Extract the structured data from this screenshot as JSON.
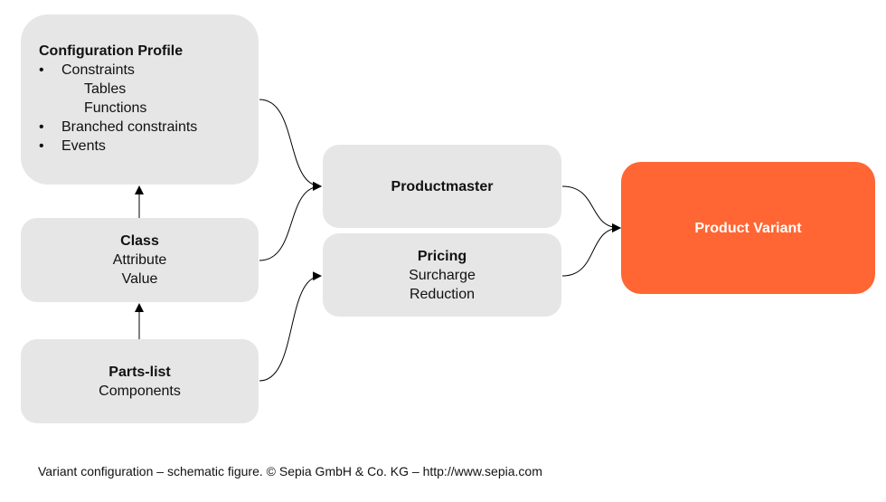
{
  "config_profile": {
    "title": "Configuration Profile",
    "bullet": "•",
    "items": [
      "Constraints",
      "Branched constraints",
      "Events"
    ],
    "sub_items": [
      "Tables",
      "Functions"
    ]
  },
  "class_box": {
    "title": "Class",
    "lines": [
      "Attribute",
      "Value"
    ]
  },
  "parts_box": {
    "title": "Parts-list",
    "lines": [
      "Components"
    ]
  },
  "productmaster_box": {
    "title": "Productmaster"
  },
  "pricing_box": {
    "title": "Pricing",
    "lines": [
      "Surcharge",
      "Reduction"
    ]
  },
  "variant_box": {
    "title": "Product Variant"
  },
  "colors": {
    "box": "#e6e6e6",
    "accent": "#ff6633",
    "arrow": "#000000"
  },
  "caption": "Variant configuration – schematic figure. © Sepia GmbH & Co. KG – http://www.sepia.com"
}
